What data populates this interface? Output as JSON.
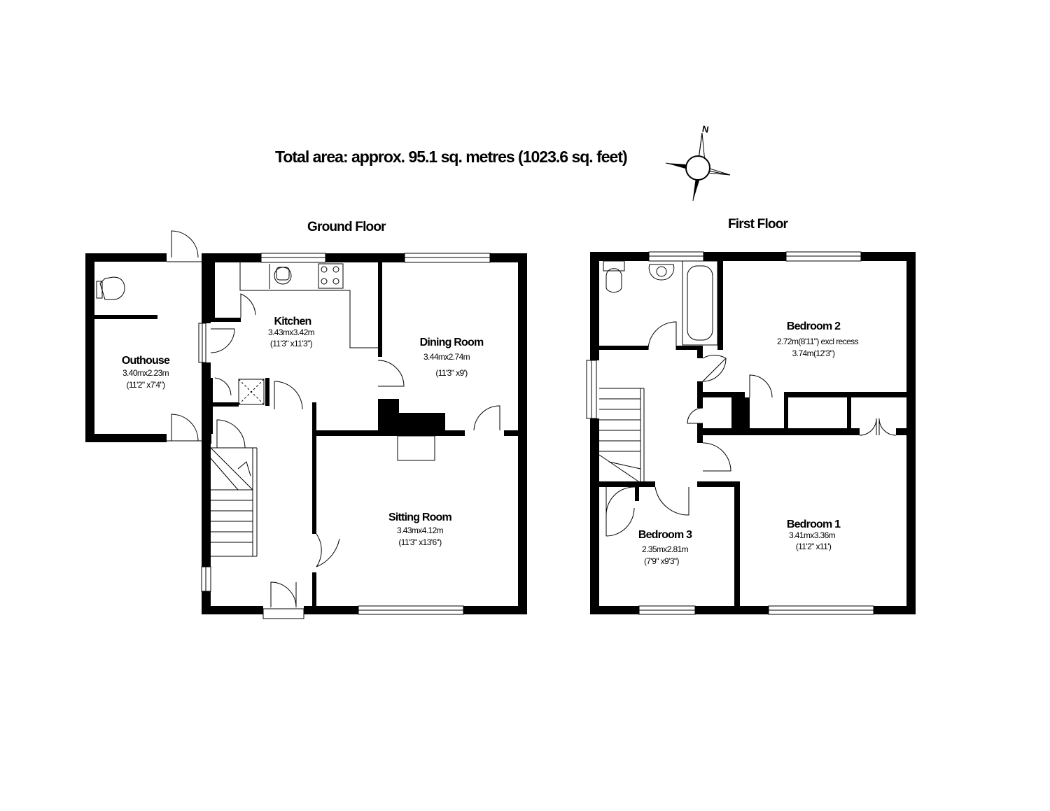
{
  "title": "Total area: approx.  95.1 sq. metres (1023.6 sq. feet)",
  "compass": {
    "north_label": "N",
    "icon": "compass-rose-icon"
  },
  "floors": [
    {
      "name": "Ground Floor"
    },
    {
      "name": "First Floor"
    }
  ],
  "rooms": {
    "outhouse": {
      "name": "Outhouse",
      "metric": "3.40mx2.23m",
      "imperial": "(11'2\" x7'4\")"
    },
    "kitchen": {
      "name": "Kitchen",
      "metric": "3.43mx3.42m",
      "imperial": "(11'3\" x11'3\")"
    },
    "dining": {
      "name": "Dining Room",
      "metric": "3.44mx2.74m",
      "imperial": "(11'3\" x9')"
    },
    "sitting": {
      "name": "Sitting Room",
      "metric": "3.43mx4.12m",
      "imperial": "(11'3\" x13'6\")"
    },
    "bedroom2": {
      "name": "Bedroom 2",
      "metric": "2.72m(8'11\") excl recess",
      "imperial": "3.74m(12'3\")"
    },
    "bedroom3": {
      "name": "Bedroom 3",
      "metric": "2.35mx2.81m",
      "imperial": "(7'9\" x9'3\")"
    },
    "bedroom1": {
      "name": "Bedroom 1",
      "metric": "3.41mx3.36m",
      "imperial": "(11'2\" x11')"
    }
  }
}
